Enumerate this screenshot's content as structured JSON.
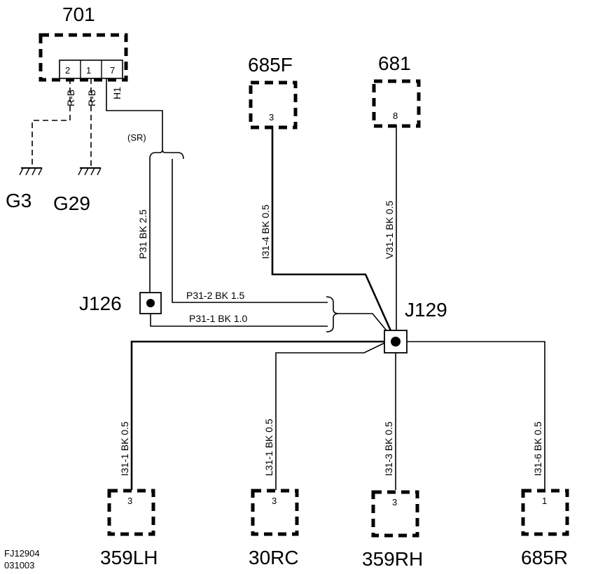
{
  "diagram": {
    "components": {
      "c701": {
        "label": "701",
        "pins": [
          "2",
          "1",
          "7"
        ]
      },
      "c685f": {
        "label": "685F",
        "pin": "3"
      },
      "c681": {
        "label": "681",
        "pin": "8"
      },
      "c359lh": {
        "label": "359LH",
        "pin": "3"
      },
      "c30rc": {
        "label": "30RC",
        "pin": "3"
      },
      "c359rh": {
        "label": "359RH",
        "pin": "3"
      },
      "c685r": {
        "label": "685R",
        "pin": "1"
      }
    },
    "grounds": {
      "g3": "G3",
      "g29": "G29"
    },
    "splices": {
      "j126": "J126",
      "j129": "J129"
    },
    "annotations": {
      "sr": "(SR)"
    },
    "wires": {
      "rb_pin2": "R-B",
      "rb_pin1": "R-B",
      "h1": "H1",
      "p31": "P31  BK  2.5",
      "p31_2": "P31-2  BK   1.5",
      "p31_1": "P31-1  BK  1.0",
      "i31_4": "I31-4  BK  0.5",
      "v31_1": "V31-1  BK  0.5",
      "i31_1": "I31-1  BK  0.5",
      "l31_1": "L31-1  BK  0.5",
      "i31_3": "I31-3  BK  0.5",
      "i31_6": "I31-6  BK  0.5"
    },
    "footer": {
      "code": "FJ12904",
      "date": "031003"
    }
  }
}
